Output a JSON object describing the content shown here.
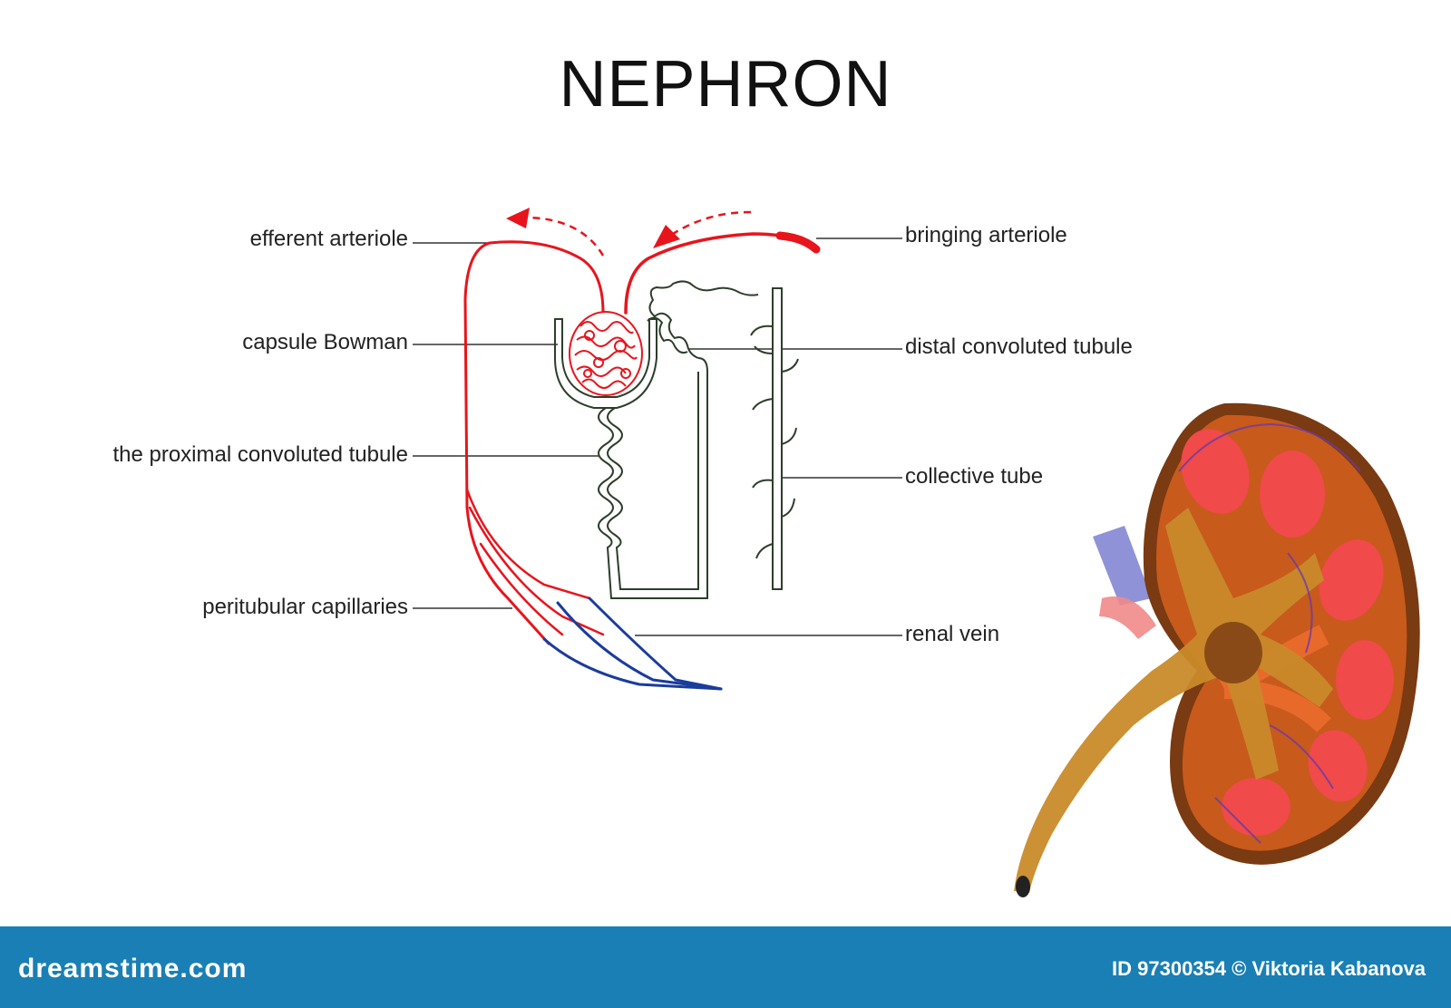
{
  "title": "NEPHRON",
  "labels": {
    "efferent_arteriole": "efferent arteriole",
    "capsule_bowman": "capsule Bowman",
    "proximal_tubule": "the proximal convoluted tubule",
    "peritubular_capillaries": "peritubular capillaries",
    "bringing_arteriole": "bringing arteriole",
    "distal_tubule": "distal convoluted tubule",
    "collective_tube": "collective tube",
    "renal_vein": "renal vein"
  },
  "footer": {
    "brand": "dreamstime.com",
    "credit": "ID 97300354 © Viktoria Kabanova"
  },
  "colors": {
    "artery": "#e8141c",
    "vein": "#1a3c9c",
    "tubule": "#2c3e2a",
    "footer_bg": "#1a7fb4",
    "kidney_outer": "#7a3a12",
    "kidney_cortex": "#c85a1c",
    "kidney_pyramid": "#f04a4a",
    "pelvis": "#c98a2a"
  }
}
